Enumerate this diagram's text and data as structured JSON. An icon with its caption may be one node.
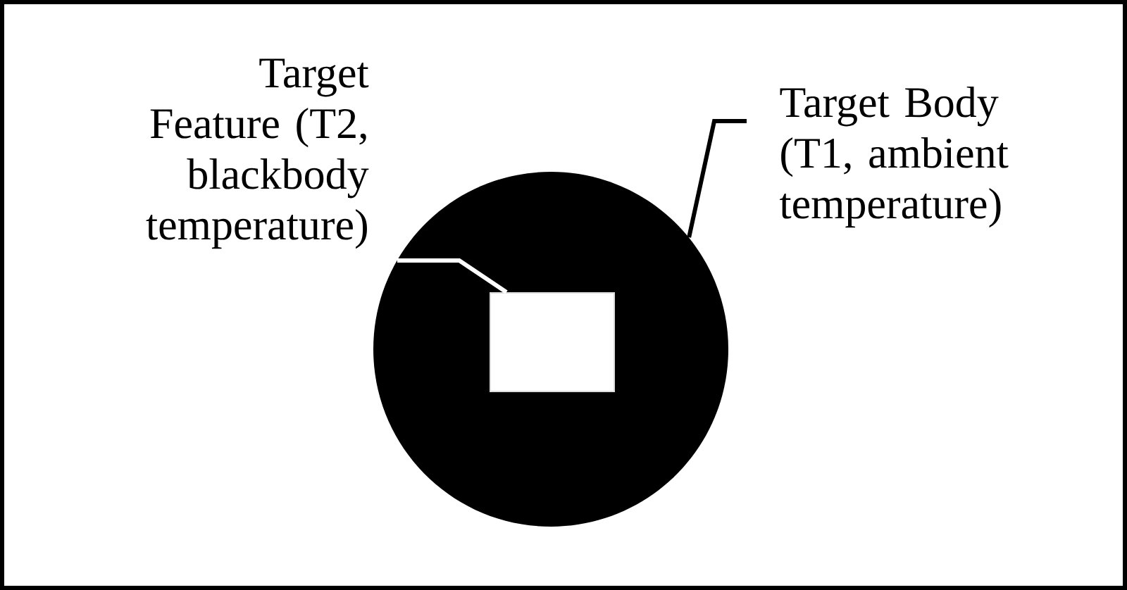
{
  "diagram": {
    "nodes": [
      {
        "text": [
          "Target Feature (T2, blackbody temperature)"
        ]
      },
      {
        "text": [
          "Target Body (T1, ambient temperature)"
        ]
      },
      {
        "text": [],
        "shape": "circle"
      },
      {
        "text": [],
        "shape": "box",
        "in": 2
      }
    ],
    "edges": [
      {
        "from": 0,
        "to": 3,
        "arrow": "none",
        "color": "#ffffff"
      },
      {
        "from": 1,
        "to": 2,
        "arrow": "none",
        "color": "#000000"
      }
    ]
  }
}
